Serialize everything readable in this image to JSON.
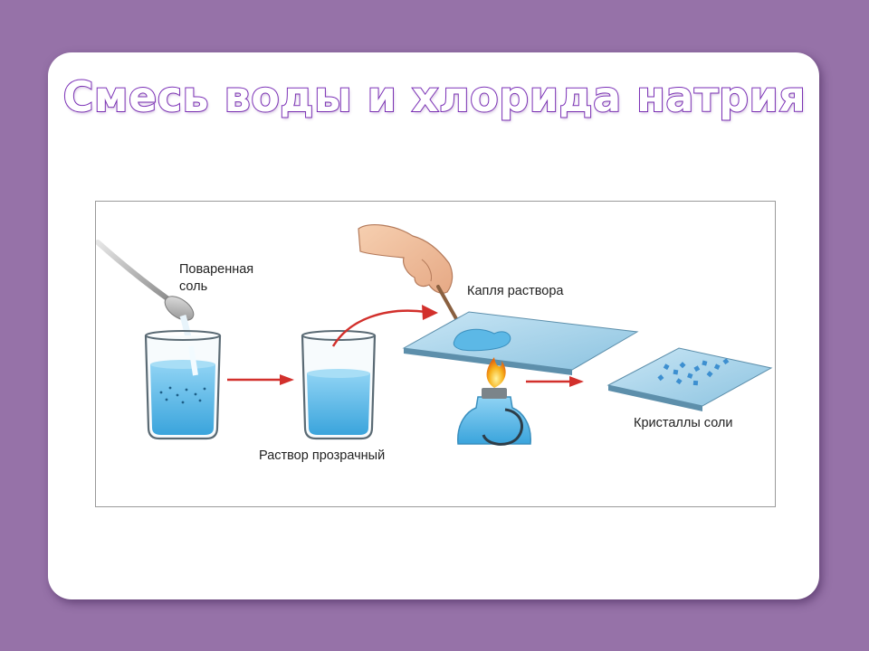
{
  "slide": {
    "title": "Смесь воды и хлорида натрия",
    "colors": {
      "background": "#9672a8",
      "title_stroke": "#7b2fb8",
      "water": "#5cb8e6",
      "arrow": "#d2302c"
    }
  },
  "diagram": {
    "labels": {
      "salt_line1": "Поваренная",
      "salt_line2": "соль",
      "clear_solution": "Раствор прозрачный",
      "solution_drop": "Капля раствора",
      "salt_crystals": "Кристаллы соли"
    },
    "icons": [
      "spoon-icon",
      "beaker-icon",
      "hand-icon",
      "pipette-icon",
      "glass-slide-icon",
      "spirit-lamp-icon",
      "flame-icon",
      "crystals-icon",
      "arrow-icon"
    ]
  }
}
